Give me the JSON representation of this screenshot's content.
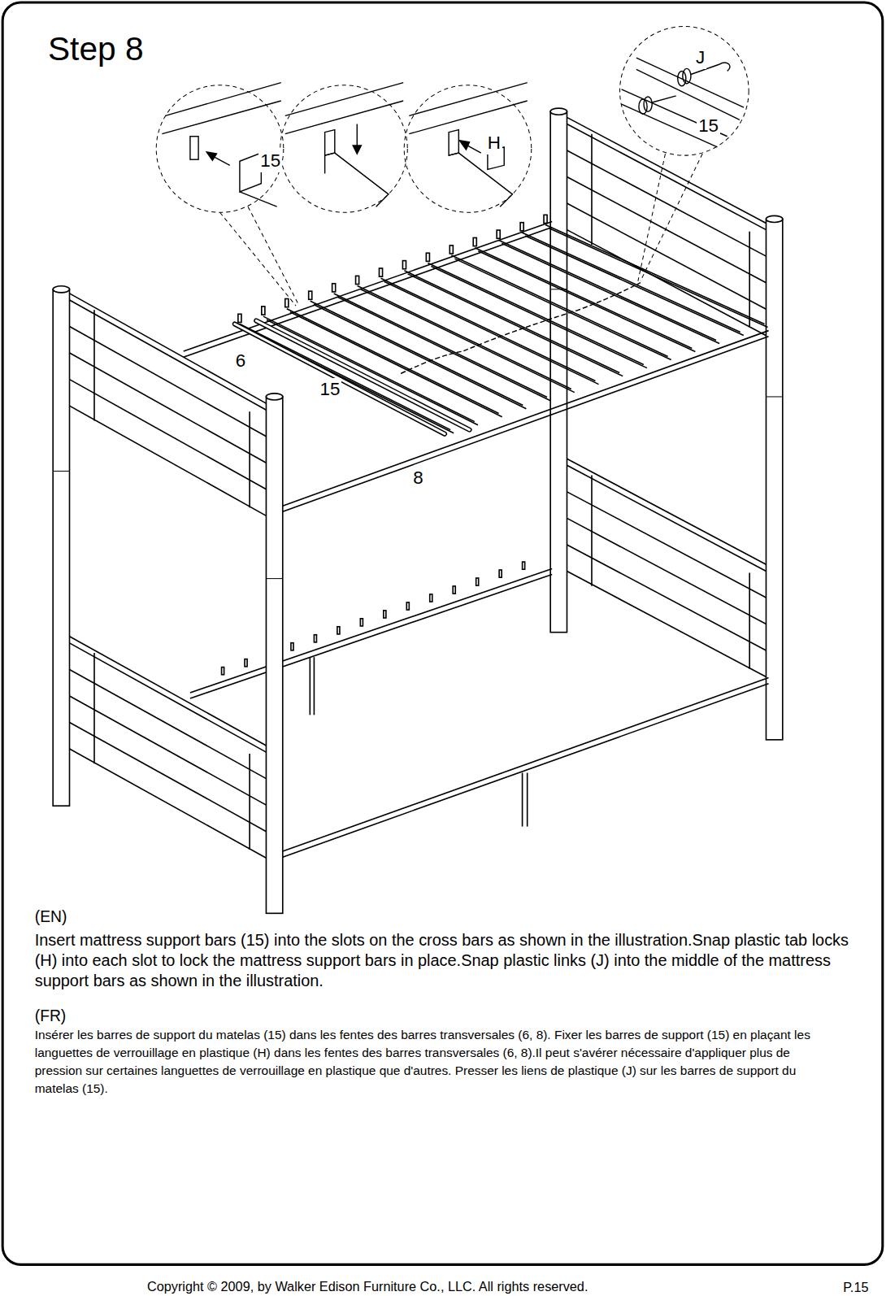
{
  "diagram": {
    "title": "Step 8",
    "nodes": [
      {
        "text": [
          "15"
        ]
      },
      {
        "text": [
          "H"
        ]
      },
      {
        "text": [
          "J",
          "15"
        ]
      }
    ],
    "edges": [],
    "labels": [
      "(EN)",
      "Insert mattress support bars (15) into the slots on the cross bars as shown in the illustration.Snap plastic tab locks (H) into each slot to lock the mattress support bars in place.Snap plastic links (J) into the middle of the mattress support bars as shown in the illustration.",
      "(FR)",
      "Insérer les barres de support du matelas (15) dans les fentes des barres transversales (6, 8). Fixer les barres de support (15) en plaçant les languettes de verrouillage en plastique (H) dans les fentes des barres transversales (6, 8).Il peut s'avérer nécessaire d'appliquer plus de pression sur certaines languettes de verrouillage en plastique que d'autres. Presser les liens de plastique (J) sur les barres de support du matelas (15).",
      "6",
      "15",
      "8",
      "Copyright  © 2009, by Walker Edison Furniture Co., LLC. All rights reserved.",
      "P.15"
    ]
  }
}
